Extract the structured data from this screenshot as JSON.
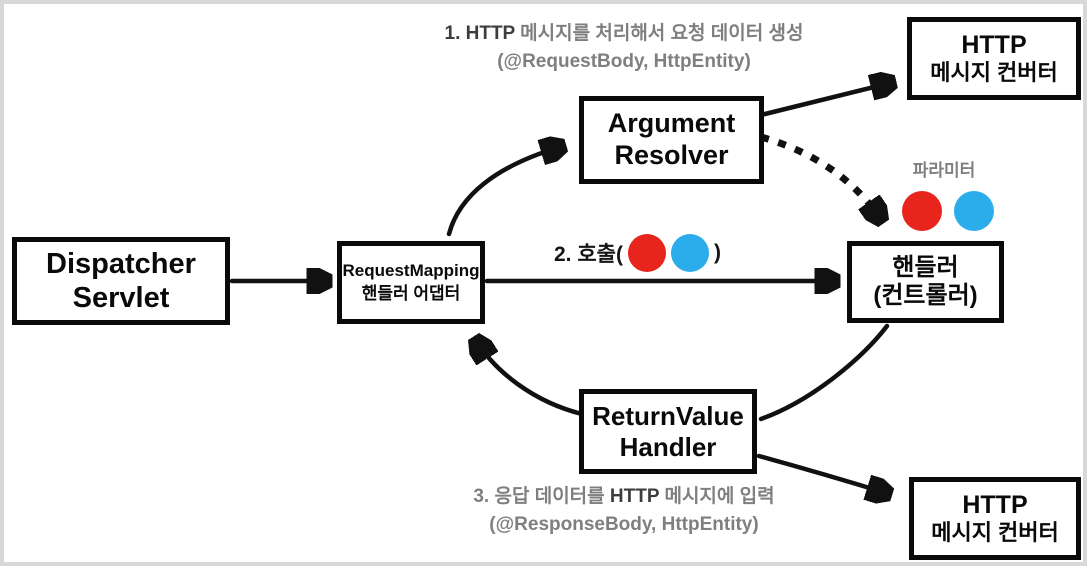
{
  "diagram": {
    "boxes": {
      "dispatcher_servlet": {
        "line1": "Dispatcher",
        "line2": "Servlet"
      },
      "request_mapping_adapter": {
        "line1": "RequestMapping",
        "line2": "핸들러 어댑터"
      },
      "argument_resolver": {
        "line1": "Argument",
        "line2": "Resolver"
      },
      "handler_controller": {
        "line1": "핸들러",
        "line2": "(컨트롤러)"
      },
      "return_value_handler": {
        "line1": "ReturnValue",
        "line2": "Handler"
      },
      "http_message_converter_top": {
        "line1": "HTTP",
        "line2": "메시지 컨버터"
      },
      "http_message_converter_bottom": {
        "line1": "HTTP",
        "line2": "메시지 컨버터"
      }
    },
    "annotations": {
      "step1": {
        "prefix": "1. HTTP",
        "rest": " 메시지를 처리해서 요청 데이터 생성",
        "line2": "(@RequestBody, HttpEntity)"
      },
      "step2": {
        "prefix": "2. 호출(",
        "suffix": ")"
      },
      "step3": {
        "seg1": "3. 응답 데이터를 ",
        "seg2": "HTTP",
        "seg3": " 메시지에 입력",
        "line2": "(@ResponseBody, HttpEntity)"
      },
      "parameter_label": "파라미터"
    },
    "colors": {
      "param_red": "#e8251d",
      "param_blue": "#2badec",
      "annotation_gray": "#7f7f7f",
      "annotation_dark": "#3d3d3d",
      "line_black": "#111111",
      "frame_gray": "#d8d8d8"
    }
  }
}
